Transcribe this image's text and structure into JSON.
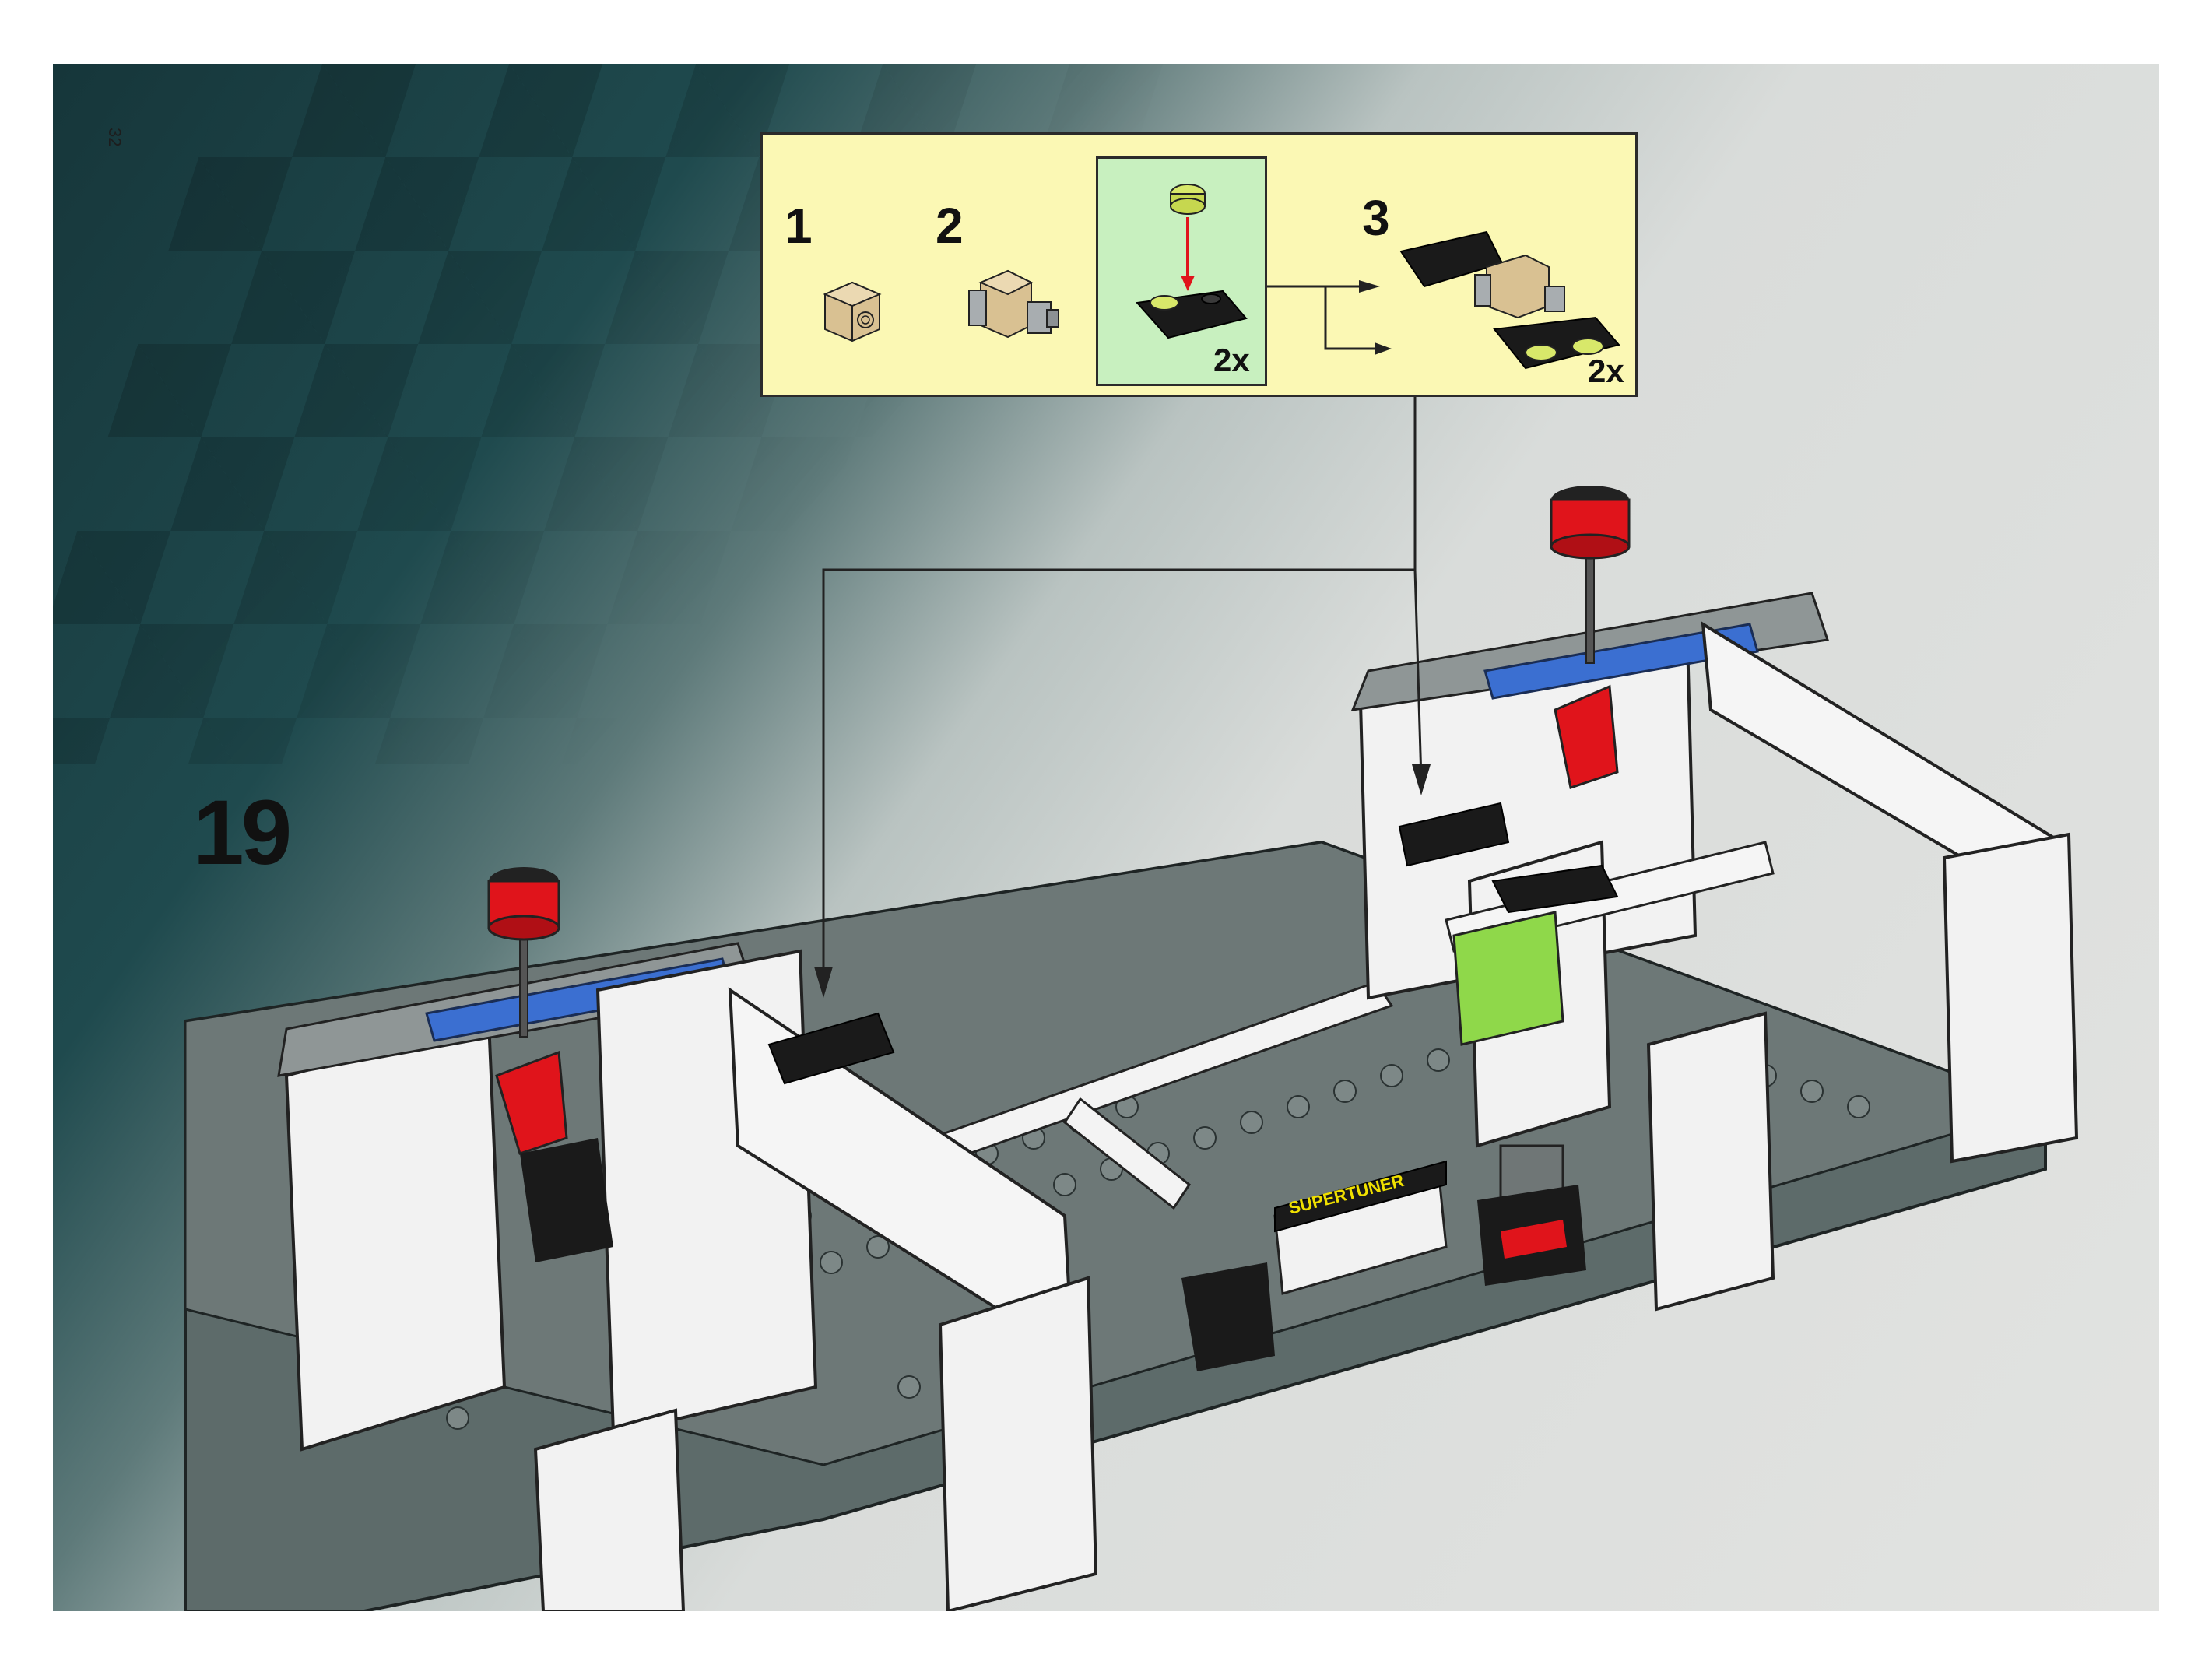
{
  "page": {
    "page_number": "32",
    "step_number": "19"
  },
  "callout": {
    "substeps": [
      {
        "label": "1"
      },
      {
        "label": "2"
      },
      {
        "label": "3",
        "multiplier": "2x"
      }
    ],
    "subassembly_multiplier": "2x"
  },
  "decals": {
    "counter_sign": "SUPERTUNER"
  },
  "colors": {
    "callout_bg": "#fbf8b4",
    "subassembly_bg": "#c8f0bf",
    "arrow_red": "#e0141b",
    "baseplate": "#5d6b6a",
    "brick_blue": "#3b6fd1"
  }
}
